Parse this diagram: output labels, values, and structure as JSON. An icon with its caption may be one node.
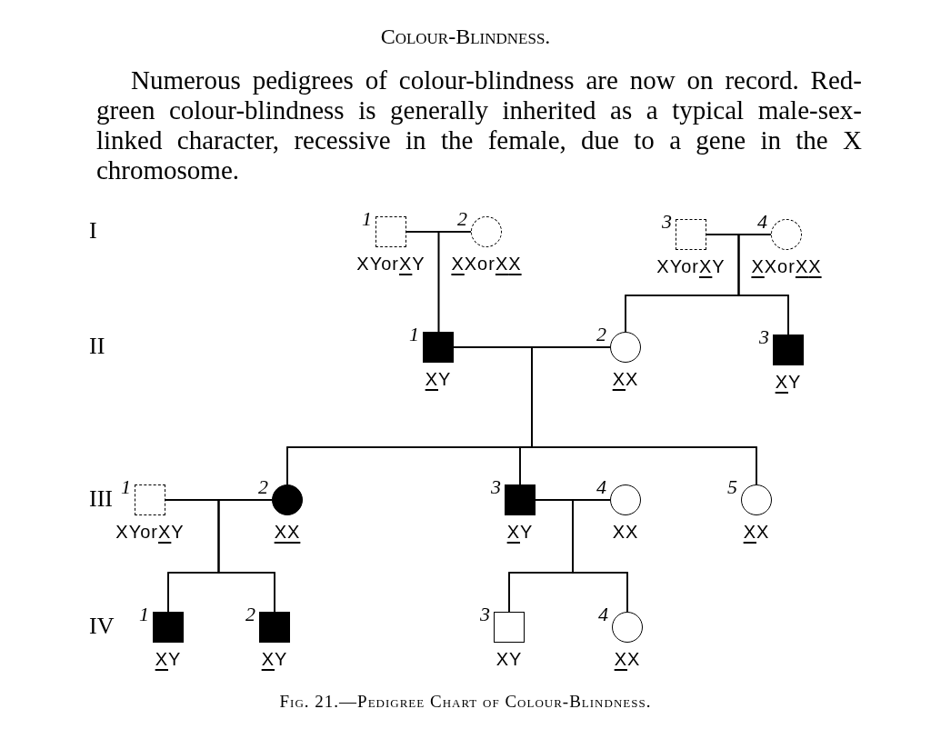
{
  "diagram": {
    "title": "Colour-Blindness.",
    "caption": "Fig. 21.—Pedigree Chart of Colour-Blindness.",
    "nodes": [
      {
        "text": [
          "1"
        ],
        "beside": [
          "XYorXY"
        ]
      },
      {
        "text": [
          "2"
        ],
        "beside": [
          "XXorXX"
        ]
      },
      {
        "text": [
          "3"
        ],
        "beside": [
          "XYorXY"
        ]
      },
      {
        "text": [
          "4"
        ],
        "beside": [
          "XXorXX"
        ]
      },
      {
        "text": [
          "1"
        ],
        "beside": [
          "XY"
        ]
      },
      {
        "text": [
          "2"
        ],
        "beside": [
          "XX"
        ]
      },
      {
        "text": [
          "3"
        ],
        "beside": [
          "XY"
        ]
      },
      {
        "text": [
          "1"
        ],
        "beside": [
          "XYorXY"
        ]
      },
      {
        "text": [
          "2"
        ],
        "beside": [
          "XX"
        ]
      },
      {
        "text": [
          "3"
        ],
        "beside": [
          "XY"
        ]
      },
      {
        "text": [
          "4"
        ],
        "beside": [
          "XX"
        ]
      },
      {
        "text": [
          "5"
        ],
        "beside": [
          "XX"
        ]
      },
      {
        "text": [
          "1"
        ],
        "beside": [
          "XY"
        ]
      },
      {
        "text": [
          "2"
        ],
        "beside": [
          "XY"
        ]
      },
      {
        "text": [
          "3"
        ],
        "beside": [
          "XY"
        ]
      },
      {
        "text": [
          "4"
        ],
        "beside": [
          "XX"
        ]
      }
    ],
    "edges": [
      {
        "from": 0,
        "to": 1,
        "arrow": "none"
      },
      {
        "from": 0,
        "to": 4,
        "arrow": "none"
      },
      {
        "from": 1,
        "to": 4,
        "arrow": "none"
      },
      {
        "from": 2,
        "to": 3,
        "arrow": "none"
      },
      {
        "from": 2,
        "to": 5,
        "arrow": "none"
      },
      {
        "from": 3,
        "to": 5,
        "arrow": "none"
      },
      {
        "from": 2,
        "to": 6,
        "arrow": "none"
      },
      {
        "from": 3,
        "to": 6,
        "arrow": "none"
      },
      {
        "from": 4,
        "to": 5,
        "arrow": "none"
      },
      {
        "from": 4,
        "to": 8,
        "arrow": "none"
      },
      {
        "from": 5,
        "to": 8,
        "arrow": "none"
      },
      {
        "from": 4,
        "to": 9,
        "arrow": "none"
      },
      {
        "from": 5,
        "to": 9,
        "arrow": "none"
      },
      {
        "from": 4,
        "to": 11,
        "arrow": "none"
      },
      {
        "from": 5,
        "to": 11,
        "arrow": "none"
      },
      {
        "from": 7,
        "to": 8,
        "arrow": "none"
      },
      {
        "from": 7,
        "to": 12,
        "arrow": "none"
      },
      {
        "from": 8,
        "to": 12,
        "arrow": "none"
      },
      {
        "from": 7,
        "to": 13,
        "arrow": "none"
      },
      {
        "from": 8,
        "to": 13,
        "arrow": "none"
      },
      {
        "from": 9,
        "to": 10,
        "arrow": "none"
      },
      {
        "from": 9,
        "to": 14,
        "arrow": "none"
      },
      {
        "from": 10,
        "to": 14,
        "arrow": "none"
      },
      {
        "from": 9,
        "to": 15,
        "arrow": "none"
      },
      {
        "from": 10,
        "to": 15,
        "arrow": "none"
      }
    ],
    "labels": [
      "Numerous pedigrees of colour-blindness are now on record. Red-green colour-blindness is generally inherited as a typical male-sex-linked character, recessive in the female, due to a gene in the X chromosome.",
      "I",
      "II",
      "III",
      "IV"
    ]
  }
}
